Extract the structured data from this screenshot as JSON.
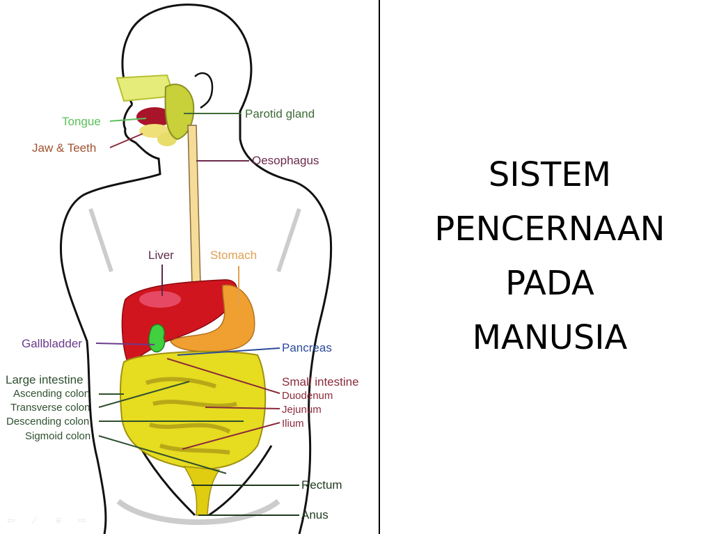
{
  "slide": {
    "title_lines": [
      "SISTEM",
      "PENCERNAAN",
      "PADA",
      "MANUSIA"
    ]
  },
  "diagram": {
    "labels": {
      "tongue": "Tongue",
      "jaw_teeth": "Jaw & Teeth",
      "parotid_gland": "Parotid gland",
      "oesophagus": "Oesophagus",
      "liver": "Liver",
      "stomach": "Stomach",
      "gallbladder": "Gallbladder",
      "pancreas": "Pancreas",
      "large_intestine": "Large intestine",
      "ascending_colon": "Ascending colon",
      "transverse_colon": "Transverse colon",
      "descending_colon": "Descending colon",
      "sigmoid_colon": "Sigmoid colon",
      "small_intestine": "Small intestine",
      "duodenum": "Duodenum",
      "jejunum": "Jejunum",
      "ilium": "Ilium",
      "rectum": "Rectum",
      "anus": "Anus"
    },
    "colors": {
      "tongue": "#5cbf5c",
      "jaw_teeth": "#a0522d",
      "parotid_gland": "#3d6b35",
      "oesophagus": "#6b2a4a",
      "liver": "#5a2a4a",
      "stomach": "#e0a050",
      "gallbladder": "#6a3a8a",
      "pancreas": "#2a4a9a",
      "large_intestine": "#2f4f2f",
      "small_intestine": "#8b2a3a"
    }
  },
  "slideshow_controls": {
    "icons": [
      "previous-arrow-icon",
      "pen-icon",
      "menu-icon",
      "next-arrow-icon"
    ]
  }
}
